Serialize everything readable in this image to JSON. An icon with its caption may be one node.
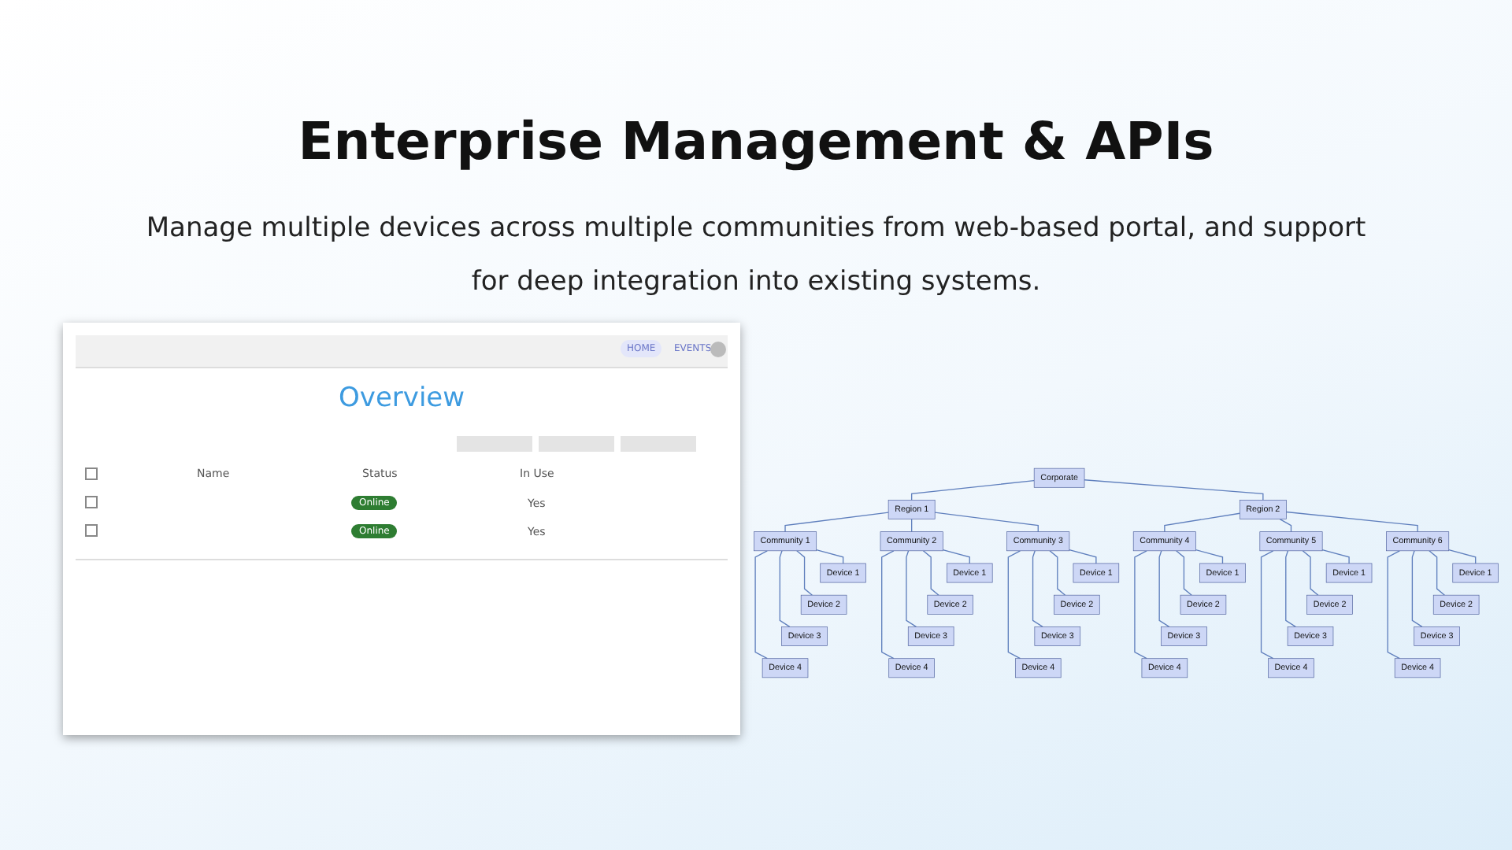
{
  "diagram": {
    "title": "Enterprise Management & APIs",
    "nodes": [
      {
        "text": [
          "Corporate"
        ]
      },
      {
        "text": [
          "Region 1"
        ]
      },
      {
        "text": [
          "Region 2"
        ]
      },
      {
        "text": [
          "Community 1"
        ]
      },
      {
        "text": [
          "Community 2"
        ]
      },
      {
        "text": [
          "Community 3"
        ]
      },
      {
        "text": [
          "Community 4"
        ]
      },
      {
        "text": [
          "Community 5"
        ]
      },
      {
        "text": [
          "Community 6"
        ]
      },
      {
        "text": [
          "Device 1"
        ]
      },
      {
        "text": [
          "Device 2"
        ]
      },
      {
        "text": [
          "Device 3"
        ]
      },
      {
        "text": [
          "Device 4"
        ]
      },
      {
        "text": [
          "Device 1"
        ]
      },
      {
        "text": [
          "Device 2"
        ]
      },
      {
        "text": [
          "Device 3"
        ]
      },
      {
        "text": [
          "Device 4"
        ]
      },
      {
        "text": [
          "Device 1"
        ]
      },
      {
        "text": [
          "Device 2"
        ]
      },
      {
        "text": [
          "Device 3"
        ]
      },
      {
        "text": [
          "Device 4"
        ]
      },
      {
        "text": [
          "Device 1"
        ]
      },
      {
        "text": [
          "Device 2"
        ]
      },
      {
        "text": [
          "Device 3"
        ]
      },
      {
        "text": [
          "Device 4"
        ]
      },
      {
        "text": [
          "Device 1"
        ]
      },
      {
        "text": [
          "Device 2"
        ]
      },
      {
        "text": [
          "Device 3"
        ]
      },
      {
        "text": [
          "Device 4"
        ]
      },
      {
        "text": [
          "Device 1"
        ]
      },
      {
        "text": [
          "Device 2"
        ]
      },
      {
        "text": [
          "Device 3"
        ]
      },
      {
        "text": [
          "Device 4"
        ]
      }
    ],
    "edges": [
      {
        "from": 0,
        "to": 1,
        "arrow": "none"
      },
      {
        "from": 0,
        "to": 2,
        "arrow": "none"
      },
      {
        "from": 1,
        "to": 3,
        "arrow": "none"
      },
      {
        "from": 1,
        "to": 4,
        "arrow": "none"
      },
      {
        "from": 1,
        "to": 5,
        "arrow": "none"
      },
      {
        "from": 2,
        "to": 6,
        "arrow": "none"
      },
      {
        "from": 2,
        "to": 7,
        "arrow": "none"
      },
      {
        "from": 2,
        "to": 8,
        "arrow": "none"
      },
      {
        "from": 3,
        "to": 9,
        "arrow": "none"
      },
      {
        "from": 3,
        "to": 10,
        "arrow": "none"
      },
      {
        "from": 3,
        "to": 11,
        "arrow": "none"
      },
      {
        "from": 3,
        "to": 12,
        "arrow": "none"
      },
      {
        "from": 4,
        "to": 13,
        "arrow": "none"
      },
      {
        "from": 4,
        "to": 14,
        "arrow": "none"
      },
      {
        "from": 4,
        "to": 15,
        "arrow": "none"
      },
      {
        "from": 4,
        "to": 16,
        "arrow": "none"
      },
      {
        "from": 5,
        "to": 17,
        "arrow": "none"
      },
      {
        "from": 5,
        "to": 18,
        "arrow": "none"
      },
      {
        "from": 5,
        "to": 19,
        "arrow": "none"
      },
      {
        "from": 5,
        "to": 20,
        "arrow": "none"
      },
      {
        "from": 6,
        "to": 21,
        "arrow": "none"
      },
      {
        "from": 6,
        "to": 22,
        "arrow": "none"
      },
      {
        "from": 6,
        "to": 23,
        "arrow": "none"
      },
      {
        "from": 6,
        "to": 24,
        "arrow": "none"
      },
      {
        "from": 7,
        "to": 25,
        "arrow": "none"
      },
      {
        "from": 7,
        "to": 26,
        "arrow": "none"
      },
      {
        "from": 7,
        "to": 27,
        "arrow": "none"
      },
      {
        "from": 7,
        "to": 28,
        "arrow": "none"
      },
      {
        "from": 8,
        "to": 29,
        "arrow": "none"
      },
      {
        "from": 8,
        "to": 30,
        "arrow": "none"
      },
      {
        "from": 8,
        "to": 31,
        "arrow": "none"
      },
      {
        "from": 8,
        "to": 32,
        "arrow": "none"
      }
    ],
    "labels": [
      "Manage multiple devices across multiple communities from web-based portal, and support for deep integration into existing systems.",
      "HOME",
      "EVENTS",
      "Overview",
      "Name",
      "Status",
      "In Use",
      "Online",
      "Yes",
      "Online",
      "Yes"
    ]
  }
}
